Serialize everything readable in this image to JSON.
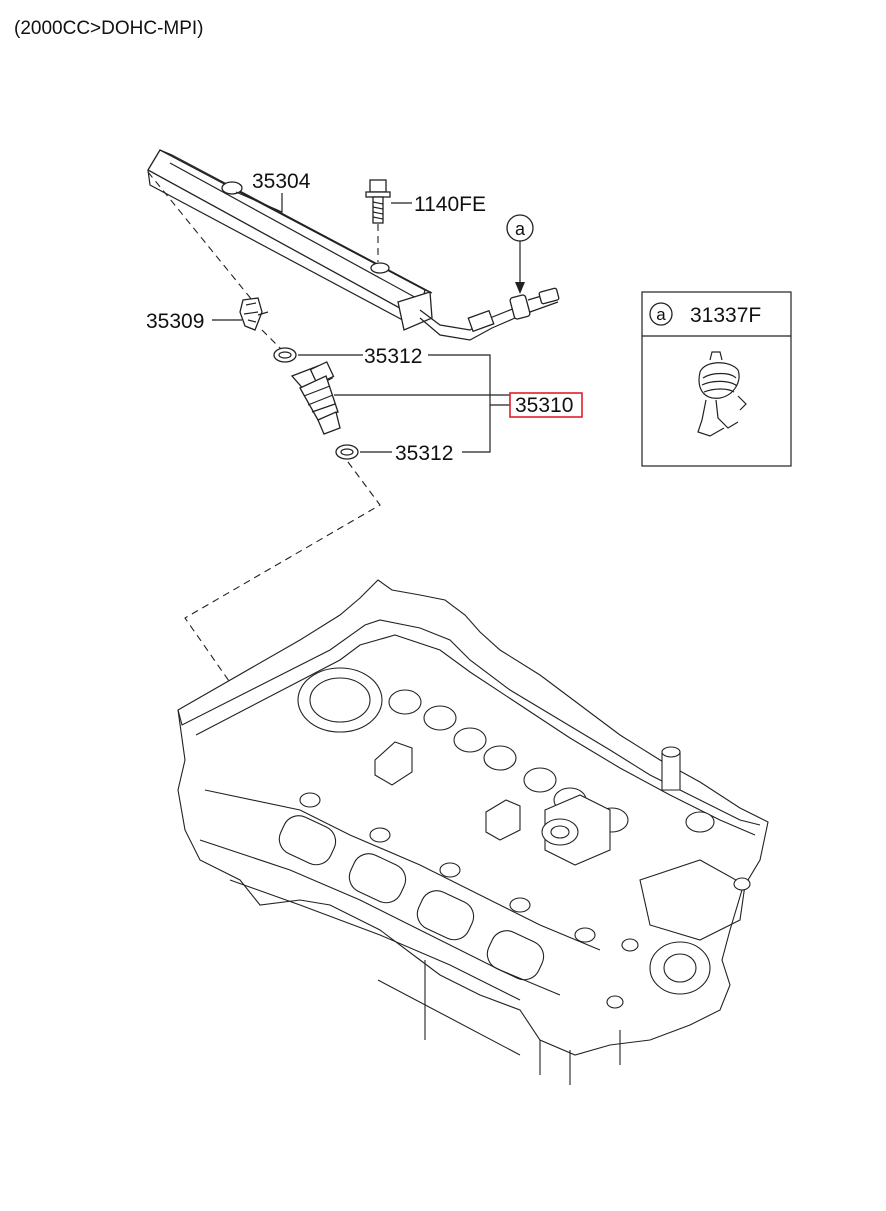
{
  "header": {
    "caption": "(2000CC>DOHC-MPI)"
  },
  "callouts": {
    "fuel_rail": "35304",
    "bolt": "1140FE",
    "clip": "35309",
    "oring_top": "35312",
    "injector_assy": "35310",
    "oring_bottom": "35312",
    "ref_marker": "a"
  },
  "detail_box": {
    "ref_marker": "a",
    "part_number": "31337F"
  },
  "colors": {
    "highlight": "#e0202a",
    "line": "#222222"
  }
}
